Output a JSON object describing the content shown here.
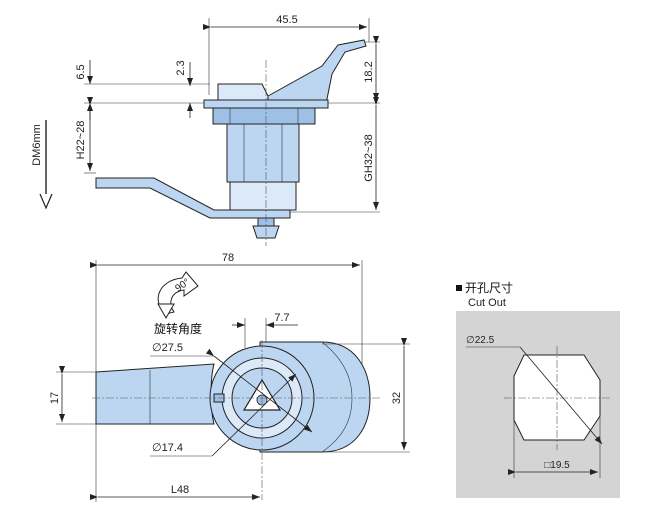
{
  "side_view": {
    "width": "45.5",
    "flange_offset": "2.3",
    "flange_height": "6.5",
    "cam_rise": "18.2",
    "panel_range": "H22~28",
    "grip_range": "GH32~38",
    "direction": "DM6mm"
  },
  "front_view": {
    "length": "78",
    "rotation_angle": "90°",
    "rotation_label": "旋转角度",
    "offset": "7.7",
    "outer_diameter": "∅27.5",
    "inner_diameter": "∅17.4",
    "handle_height": "17",
    "body_height": "32",
    "center_distance": "L48"
  },
  "cutout": {
    "title_cn": "开孔尺寸",
    "title_en": "Cut Out",
    "diameter": "∅22.5",
    "square": "□19.5",
    "colors": {
      "panel": "#d4d4d4"
    }
  }
}
